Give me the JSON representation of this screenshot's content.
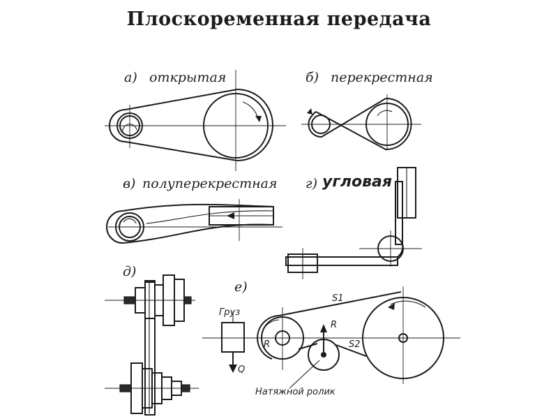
{
  "title": "Плоскоременная передача",
  "labels": {
    "a": "а)",
    "a_name": "открытая",
    "b": "б)",
    "b_name": "перекрестная",
    "v": "в)",
    "v_name": "полуперекрестная",
    "g": "г)",
    "g_name": "угловая",
    "d": "д)",
    "e": "е)"
  },
  "annotations": {
    "load": "Груз",
    "Q": "Q",
    "R": "R",
    "r": "R",
    "S1": "S1",
    "S2": "S2",
    "idler": "Натяжной ролик"
  }
}
